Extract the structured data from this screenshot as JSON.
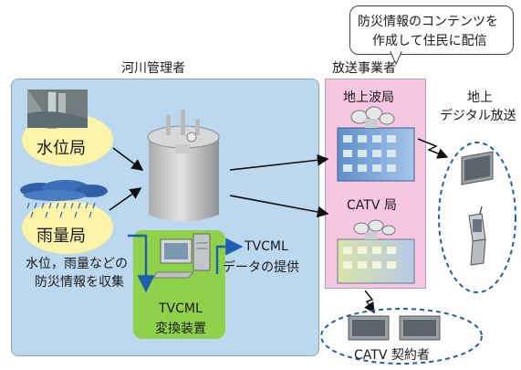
{
  "callout": {
    "line1": "防災情報のコンテンツを",
    "line2": "作成して住民に配信"
  },
  "river_manager": {
    "title": "河川管理者"
  },
  "broadcaster": {
    "title": "放送事業者"
  },
  "water_station": {
    "label": "水位局"
  },
  "rain_station": {
    "label": "雨量局"
  },
  "collect": {
    "line1": "水位，雨量などの",
    "line2": "防災情報を収集"
  },
  "converter": {
    "line1": "TVCML",
    "line2": "変換装置"
  },
  "provide": {
    "line1": "TVCML",
    "line2": "データの提供"
  },
  "terrestrial": {
    "label": "地上波局"
  },
  "catv_station": {
    "label": "CATV 局"
  },
  "digital": {
    "line1": "地上",
    "line2": "デジタル放送"
  },
  "catv_subscribers": {
    "label": "CATV 契約者"
  },
  "colors": {
    "river_panel": "#bcd8ee",
    "broadcast_panel": "#f5c7e2",
    "converter": "#8fd14a",
    "highlight": "#fbf3a8",
    "accent_blue": "#1d5fb0",
    "dashed": "#1f5fae"
  }
}
